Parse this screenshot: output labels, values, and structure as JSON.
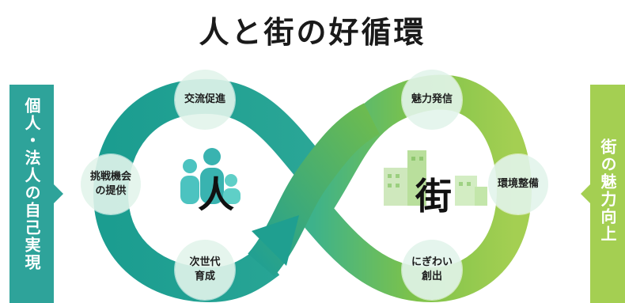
{
  "title": "人と街の好循環",
  "left_panel": {
    "text": "個人・法人の自己実現",
    "color": "#2ea39a"
  },
  "right_panel": {
    "text": "街の魅力向上",
    "color": "#a4cf52"
  },
  "people": {
    "label": "人",
    "icon": "people-icon"
  },
  "town": {
    "label": "街",
    "icon": "buildings-icon"
  },
  "nodes": {
    "kouryu": {
      "lines": [
        "交流促進"
      ]
    },
    "chosen": {
      "lines": [
        "挑戦機会",
        "の提供"
      ]
    },
    "jisedai": {
      "lines": [
        "次世代",
        "育成"
      ]
    },
    "miryoku": {
      "lines": [
        "魅力発信"
      ]
    },
    "kankyo": {
      "lines": [
        "環境整備"
      ]
    },
    "nigiwai": {
      "lines": [
        "にぎわい",
        "創出"
      ]
    }
  },
  "colors": {
    "teal": "#1c9f92",
    "green": "#8cc63f",
    "node_bg": "#e2f4eb"
  }
}
